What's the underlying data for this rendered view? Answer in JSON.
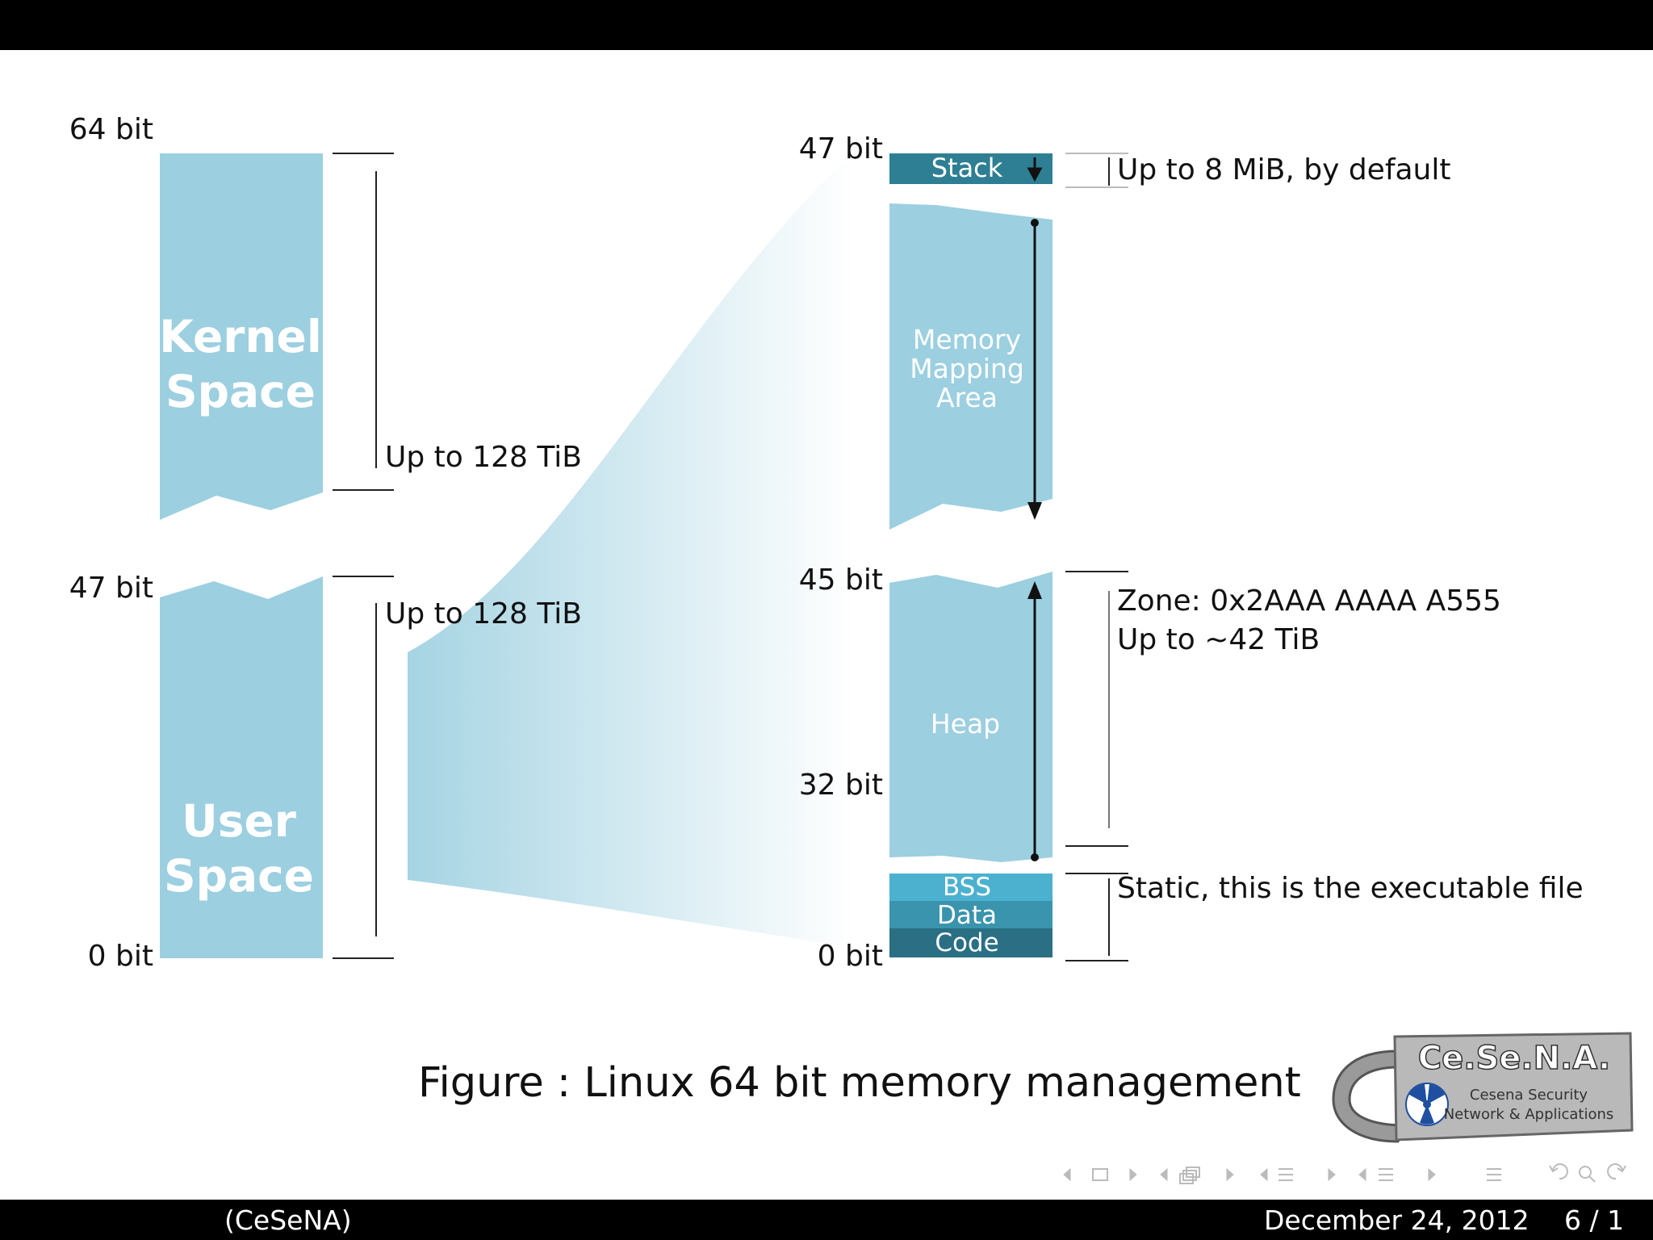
{
  "header": {},
  "diagram": {
    "left": {
      "bit_labels": [
        "64 bit",
        "47 bit",
        "0 bit"
      ],
      "kernel_block": "Kernel Space",
      "kernel_line1": "Kernel",
      "kernel_line2": "Space",
      "user_line1": "User",
      "user_line2": "Space",
      "kernel_size": "Up to 128 TiB",
      "user_size": "Up to 128 TiB"
    },
    "right": {
      "bit_labels": [
        "47 bit",
        "45 bit",
        "32 bit",
        "0 bit"
      ],
      "stack": "Stack",
      "stack_note": "Up to 8 MiB, by default",
      "mmap_line1": "Memory",
      "mmap_line2": "Mapping",
      "mmap_line3": "Area",
      "heap": "Heap",
      "heap_note_line1": "Zone: 0x2AAA AAAA A555",
      "heap_note_line2": "Up to ~42 TiB",
      "bss": "BSS",
      "data": "Data",
      "code": "Code",
      "static_note": "Static, this is the executable file"
    },
    "colors": {
      "block": "#9ccfe0",
      "stack": "#2e7f93",
      "bss": "#4cb1cf",
      "data": "#3a94ad",
      "code": "#2a6f84"
    }
  },
  "caption": "Figure : Linux 64 bit memory management",
  "logo": {
    "title": "Ce.Se.N.A.",
    "line1": "Cesena Security",
    "line2": "Network & Applications"
  },
  "footer": {
    "author": "(CeSeNA)",
    "date": "December 24, 2012",
    "page": "6 / 1"
  }
}
